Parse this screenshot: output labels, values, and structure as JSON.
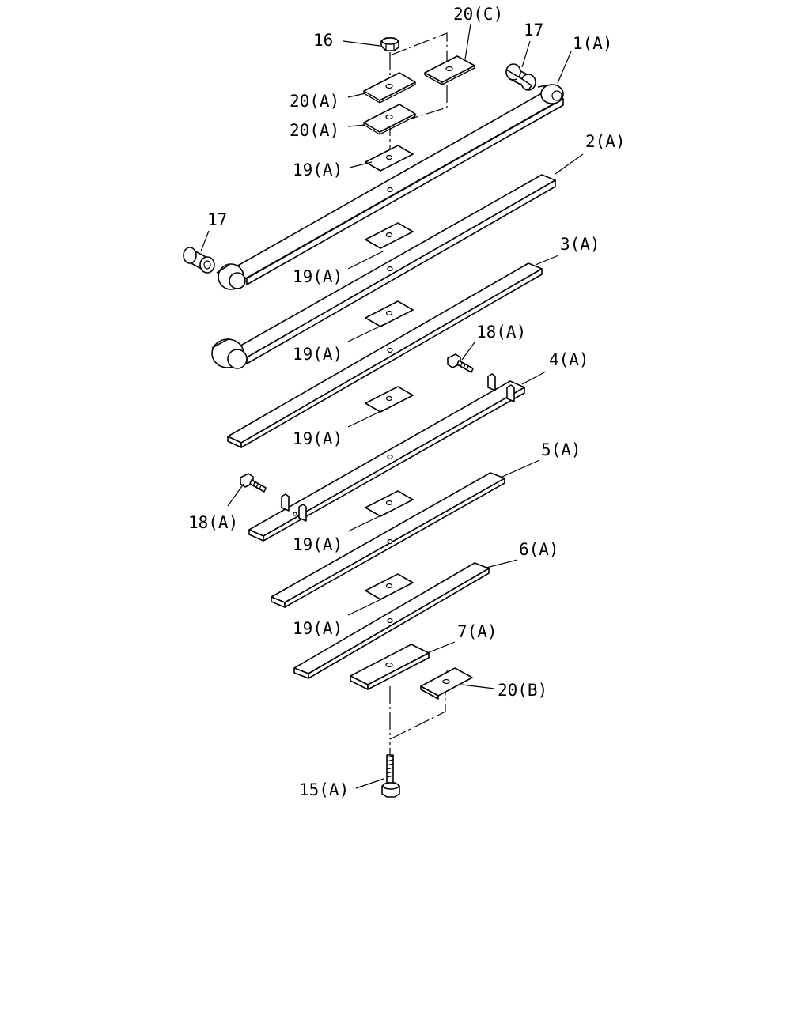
{
  "diagram": {
    "callouts": {
      "nut": "16",
      "clamp_plate_c": "20(C)",
      "bushing_top": "17",
      "leaf_1": "1(A)",
      "clamp_plate_a_upper": "20(A)",
      "clamp_plate_a_lower": "20(A)",
      "insert_1": "19(A)",
      "leaf_2": "2(A)",
      "bushing_left": "17",
      "insert_2": "19(A)",
      "leaf_3": "3(A)",
      "insert_3": "19(A)",
      "clip_bolt_right": "18(A)",
      "leaf_4": "4(A)",
      "insert_4": "19(A)",
      "leaf_5": "5(A)",
      "clip_bolt_left": "18(A)",
      "insert_5": "19(A)",
      "leaf_6": "6(A)",
      "insert_6": "19(A)",
      "leaf_7": "7(A)",
      "clamp_plate_b": "20(B)",
      "center_bolt": "15(A)"
    }
  }
}
